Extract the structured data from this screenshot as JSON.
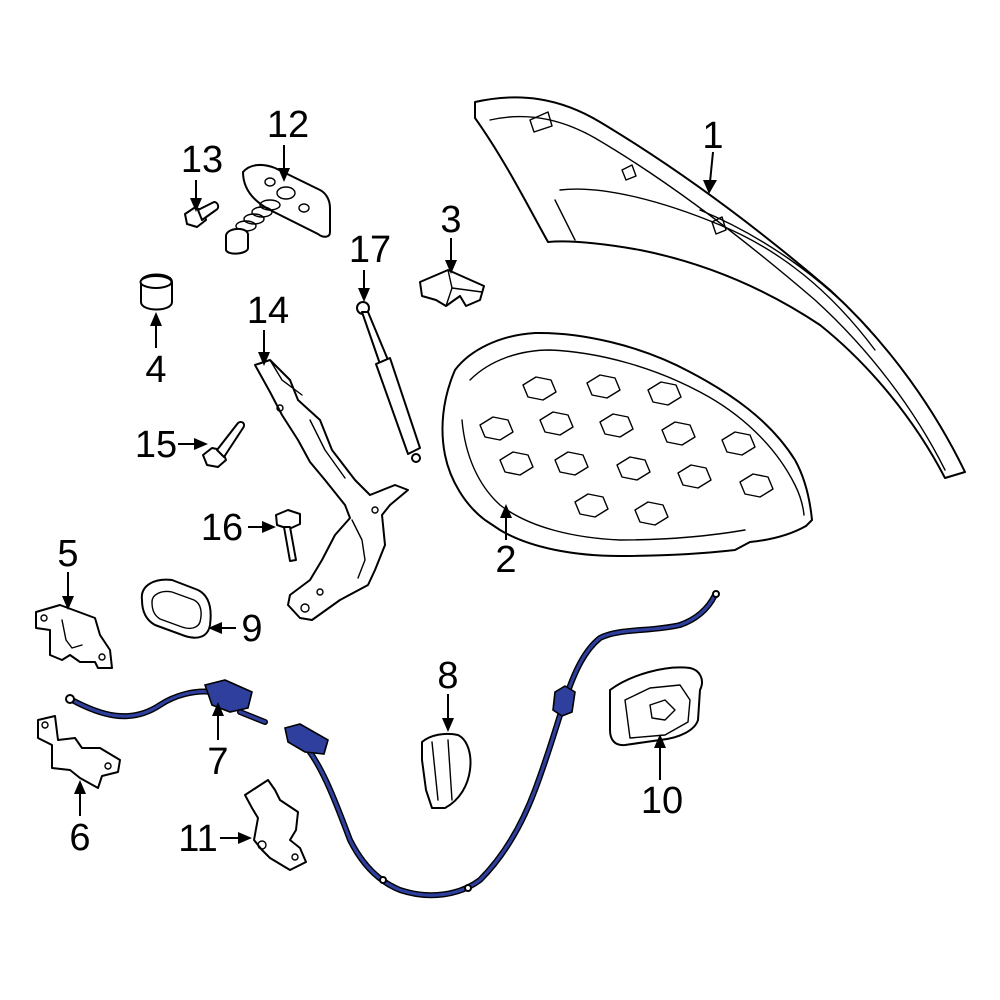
{
  "diagram": {
    "highlight_color": "#2e3f9e",
    "parts": [
      {
        "id": "p1",
        "label": "1"
      },
      {
        "id": "p2",
        "label": "2"
      },
      {
        "id": "p3",
        "label": "3"
      },
      {
        "id": "p4",
        "label": "4"
      },
      {
        "id": "p5",
        "label": "5"
      },
      {
        "id": "p6",
        "label": "6"
      },
      {
        "id": "p7",
        "label": "7"
      },
      {
        "id": "p8",
        "label": "8"
      },
      {
        "id": "p9",
        "label": "9"
      },
      {
        "id": "p10",
        "label": "10"
      },
      {
        "id": "p11",
        "label": "11"
      },
      {
        "id": "p12",
        "label": "12"
      },
      {
        "id": "p13",
        "label": "13"
      },
      {
        "id": "p14",
        "label": "14"
      },
      {
        "id": "p15",
        "label": "15"
      },
      {
        "id": "p16",
        "label": "16"
      },
      {
        "id": "p17",
        "label": "17"
      }
    ]
  }
}
